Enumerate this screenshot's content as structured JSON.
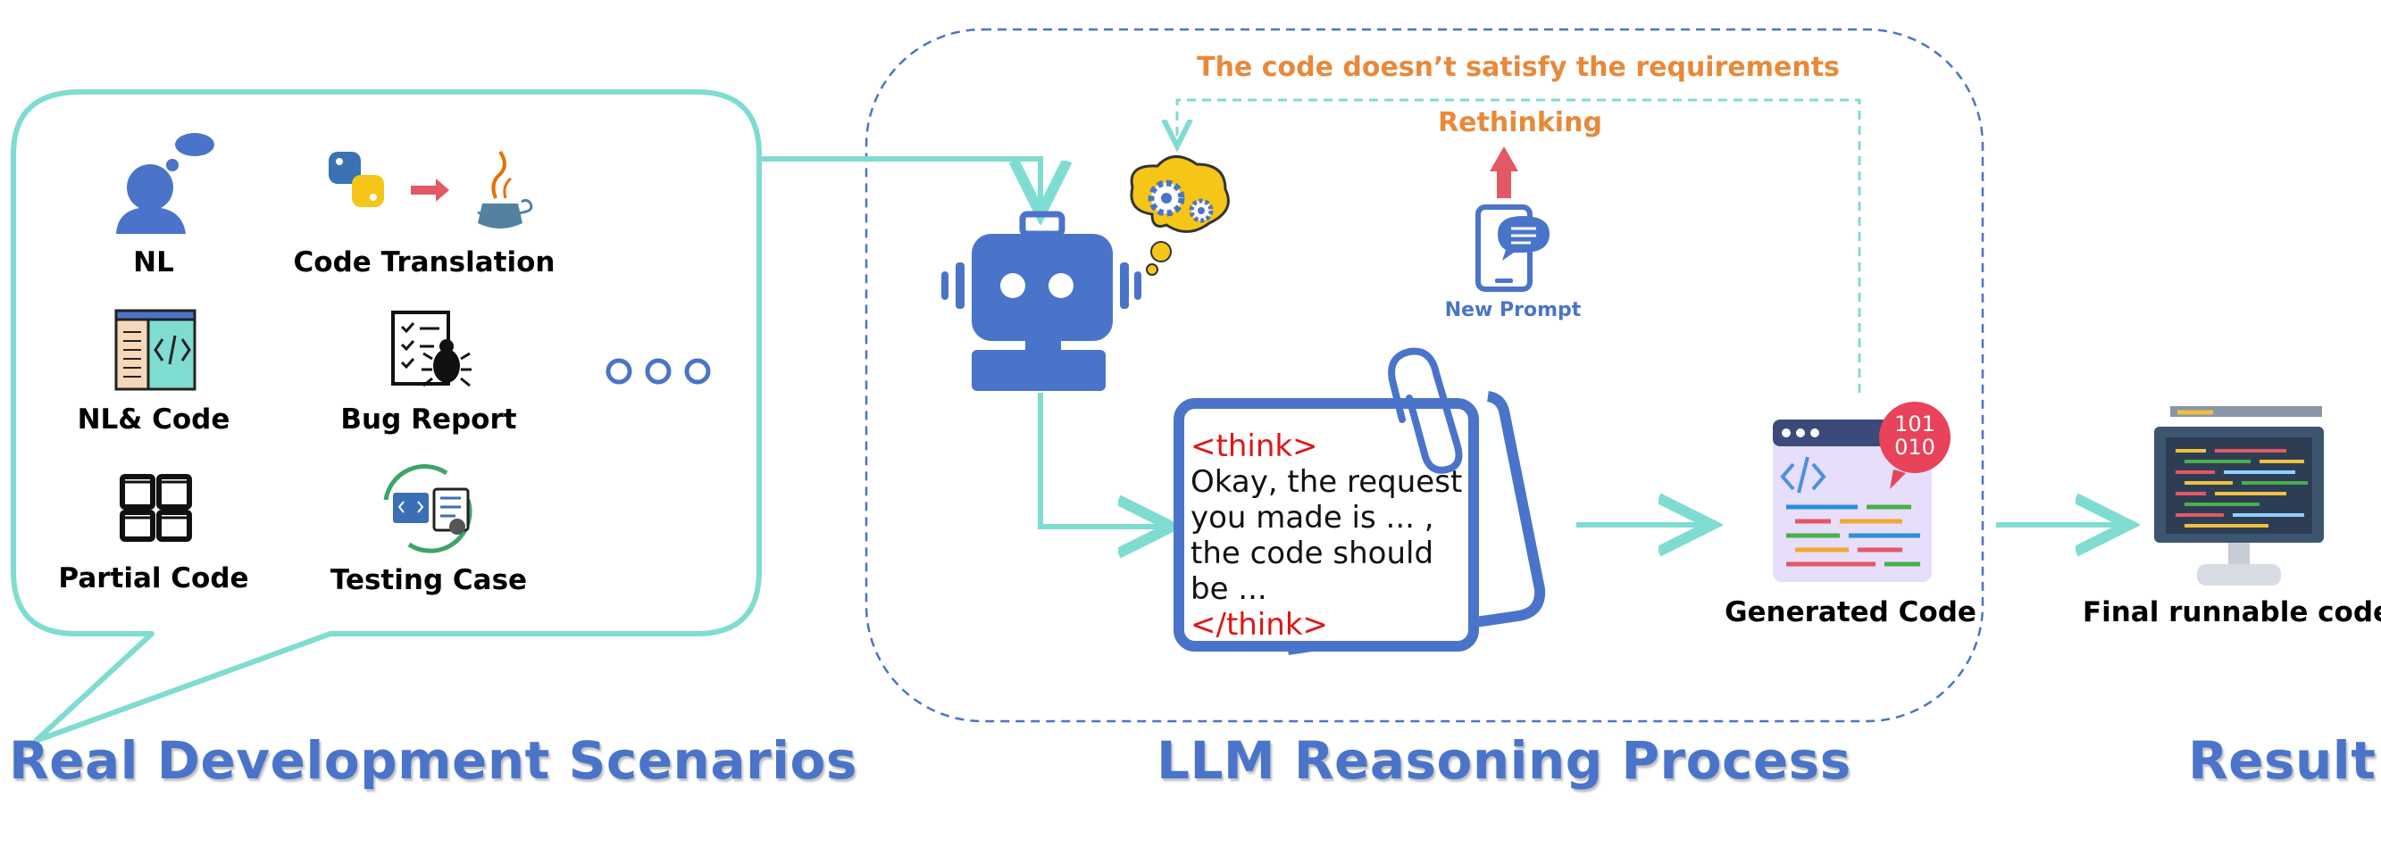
{
  "scenarios": {
    "title": "Real Development Scenarios",
    "items": [
      {
        "label": "NL",
        "icon": "person-thinking-icon"
      },
      {
        "label": "Code Translation",
        "icon": "python-to-java-icon"
      },
      {
        "label": "NL& Code",
        "icon": "code-document-icon"
      },
      {
        "label": "Bug Report",
        "icon": "bug-report-icon"
      },
      {
        "label": "Partial Code",
        "icon": "grid-blocks-icon"
      },
      {
        "label": "Testing Case",
        "icon": "testing-case-icon"
      }
    ],
    "more_icon": "ellipsis-icon"
  },
  "reasoning": {
    "title": "LLM Reasoning Process",
    "robot_icon": "robot-icon",
    "thought_icon": "gears-thought-icon",
    "feedback_label": "The code doesn’t satisfy the requirements",
    "rethinking_label": "Rethinking",
    "new_prompt_label": "New Prompt",
    "new_prompt_icon": "phone-chat-icon",
    "note": {
      "open_tag": "<think>",
      "body": "Okay, the request you made is ... , the code should be ...",
      "close_tag": "</think>"
    },
    "generated_label": "Generated Code",
    "generated_icon": "code-window-icon",
    "binary_badge": [
      "101",
      "010"
    ]
  },
  "result": {
    "title": "Result",
    "label": "Final runnable code",
    "icon": "monitor-code-icon"
  },
  "colors": {
    "accent_blue": "#4a74c9",
    "teal": "#7fdcd0",
    "orange": "#e8893a",
    "red_tag": "#e01515"
  }
}
